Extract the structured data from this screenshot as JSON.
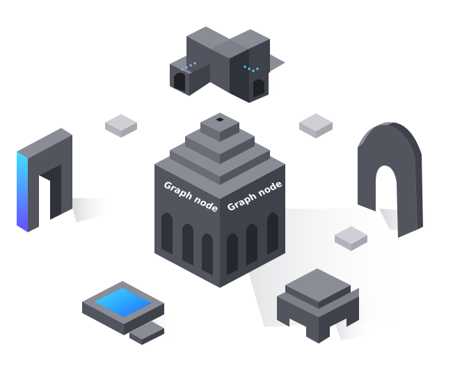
{
  "labels": {
    "left_face": "Graph node",
    "right_face": "Graph node"
  },
  "colors": {
    "background": "#ffffff",
    "top_face": "#8a8d95",
    "left_face": "#52555d",
    "right_face": "#3f424a",
    "dark_face": "#2f3238",
    "shadow": "#d8d9dc",
    "accent_blue": "#1e90ff",
    "accent_cyan": "#3fe0ff",
    "accent_purple": "#6a4cff",
    "label_text": "#ffffff"
  },
  "icons": [
    "temple-building",
    "cross-arch-building",
    "left-arch",
    "right-arch",
    "glass-cube",
    "pool-block",
    "table-block"
  ]
}
